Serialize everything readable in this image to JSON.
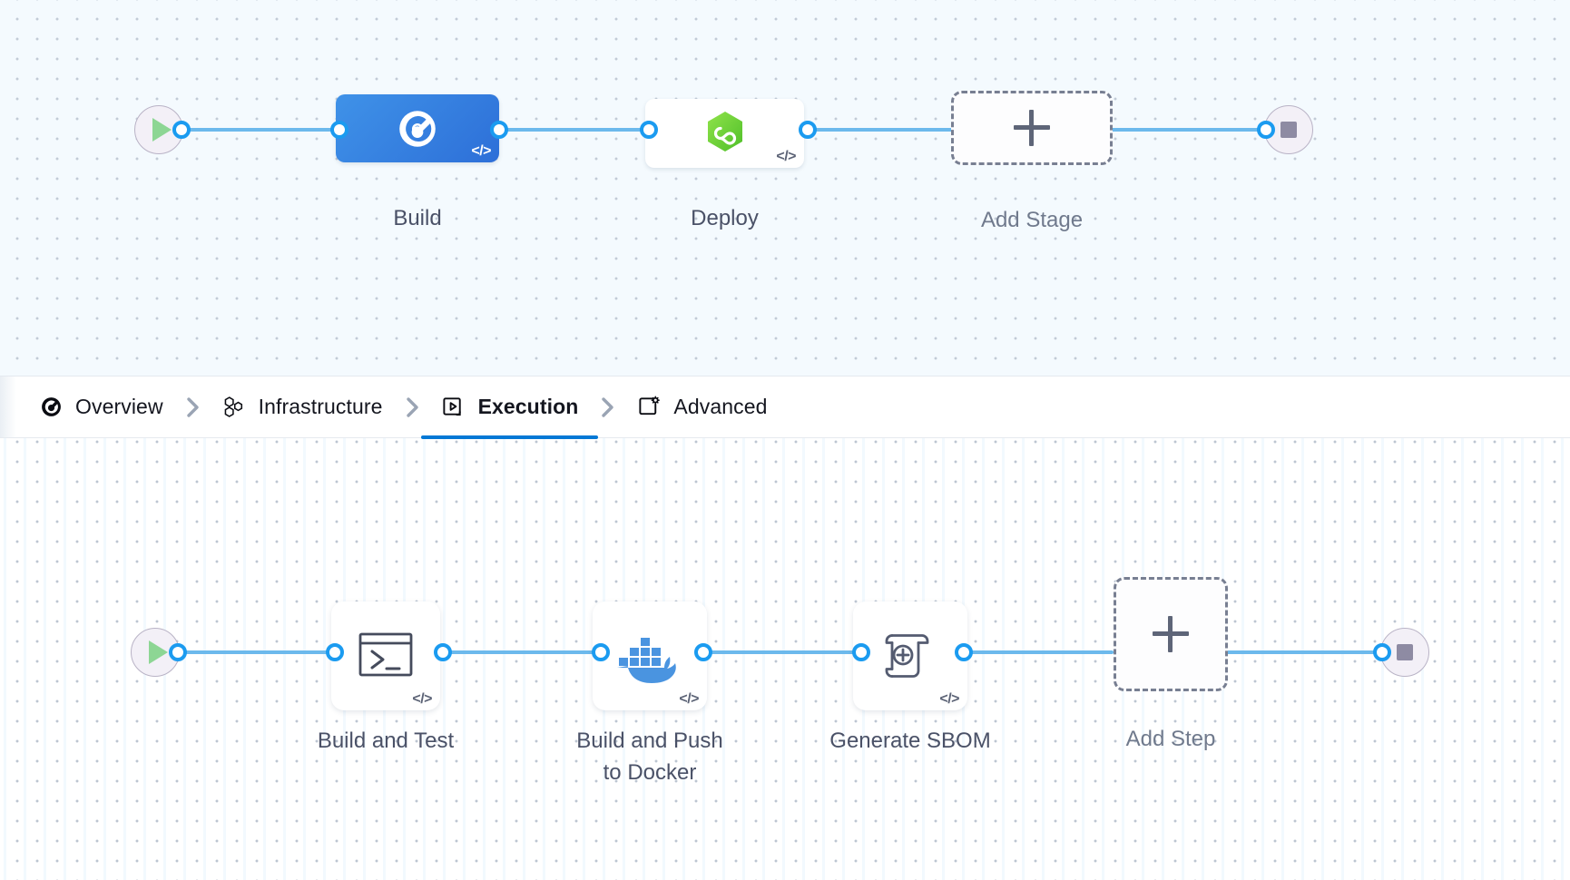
{
  "theme": {
    "accent_blue": "#0278d5",
    "edge_blue": "#6cb9ec",
    "port_blue": "#1b9bf0",
    "stage_selected_blue": "#2d6fd8",
    "cd_green": "#7ed957",
    "docker_blue": "#4a94e0",
    "label_gray": "#4a5167",
    "canvas_top_bg": "#f4fafe",
    "canvas_bottom_bg": "#ffffff"
  },
  "stage_graph": {
    "start_node": {
      "name": "pipeline-start",
      "icon": "play-icon"
    },
    "end_node": {
      "name": "pipeline-end",
      "icon": "stop-icon"
    },
    "stages": [
      {
        "id": "build",
        "label": "Build",
        "icon": "harness-ci-icon",
        "selected": true,
        "code_badge": "</>"
      },
      {
        "id": "deploy",
        "label": "Deploy",
        "icon": "harness-cd-infinity-icon",
        "selected": false,
        "code_badge": "</>"
      }
    ],
    "add_stage": {
      "label": "Add Stage",
      "icon": "plus-icon"
    }
  },
  "tabs": {
    "items": [
      {
        "id": "overview",
        "label": "Overview",
        "icon": "overview-pie-icon",
        "active": false
      },
      {
        "id": "infrastructure",
        "label": "Infrastructure",
        "icon": "hexagons-icon",
        "active": false
      },
      {
        "id": "execution",
        "label": "Execution",
        "icon": "execution-play-box-icon",
        "active": true
      },
      {
        "id": "advanced",
        "label": "Advanced",
        "icon": "advanced-gear-box-icon",
        "active": false
      }
    ],
    "separator_icon": "chevron-right-icon"
  },
  "step_graph": {
    "start_node": {
      "name": "execution-start",
      "icon": "play-icon"
    },
    "end_node": {
      "name": "execution-end",
      "icon": "stop-icon"
    },
    "steps": [
      {
        "id": "build-and-test",
        "label": "Build and Test",
        "icon": "terminal-icon",
        "code_badge": "</>"
      },
      {
        "id": "build-push-docker",
        "label": "Build and Push\nto Docker",
        "icon": "docker-whale-icon",
        "code_badge": "</>"
      },
      {
        "id": "generate-sbom",
        "label": "Generate SBOM",
        "icon": "sbom-scroll-icon",
        "code_badge": "</>"
      }
    ],
    "add_step": {
      "label": "Add Step",
      "icon": "plus-icon"
    }
  }
}
